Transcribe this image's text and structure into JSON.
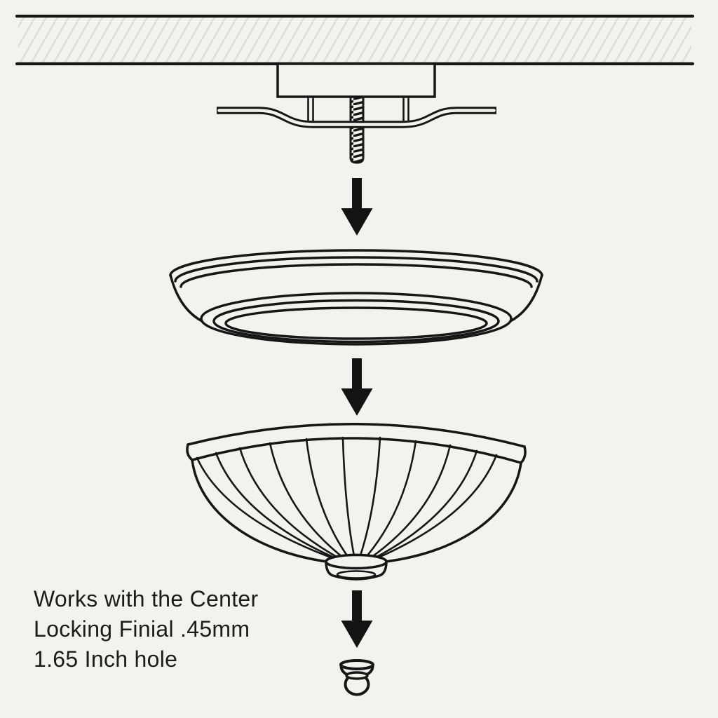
{
  "colors": {
    "background": "#f4f2ec",
    "ink": "#161616",
    "hatch": "#dcdbd4",
    "arrow": "#131313",
    "text": "#1c1c1c"
  },
  "annotation": {
    "lines": [
      "Works with the Center",
      "Locking Finial .45mm",
      "1.65 Inch hole"
    ]
  },
  "icons": [
    {
      "name": "arrow-down-icon",
      "glyph": "↓",
      "count": 3
    }
  ]
}
